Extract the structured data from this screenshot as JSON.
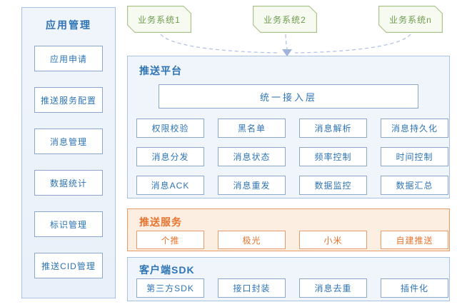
{
  "colors": {
    "blue_text": "#2e74b5",
    "blue_border": "#8ba7cc",
    "panel_fill": "#f0f5fb",
    "panel_border": "#a8c3e2",
    "green_text": "#6d9c4e",
    "green_border": "#a9c58c",
    "green_fill": "#f7faf1",
    "connector": "#b3c2e6",
    "orange_text": "#e8732c",
    "orange_border": "#e79b68",
    "orange_fill": "#fdeee2"
  },
  "sidebar": {
    "title": "应用管理",
    "items": [
      {
        "label": "应用申请"
      },
      {
        "label": "推送服务配置"
      },
      {
        "label": "消息管理"
      },
      {
        "label": "数据统计"
      },
      {
        "label": "标识管理"
      },
      {
        "label": "推送CID管理"
      }
    ]
  },
  "business_systems": [
    {
      "label": "业务系统1"
    },
    {
      "label": "业务系统2"
    },
    {
      "label": "业务系统n"
    }
  ],
  "push_platform": {
    "title": "推送平台",
    "access_layer": "统一接入层",
    "modules": [
      [
        "权限校验",
        "黑名单",
        "消息解析",
        "消息持久化"
      ],
      [
        "消息分发",
        "消息状态",
        "频率控制",
        "时间控制"
      ],
      [
        "消息ACK",
        "消息重发",
        "数据监控",
        "数据汇总"
      ]
    ]
  },
  "push_service": {
    "title": "推送服务",
    "providers": [
      {
        "label": "个推"
      },
      {
        "label": "极光"
      },
      {
        "label": "小米"
      },
      {
        "label": "自建推送"
      }
    ]
  },
  "client_sdk": {
    "title": "客户端SDK",
    "modules": [
      {
        "label": "第三方SDK"
      },
      {
        "label": "接口封装"
      },
      {
        "label": "消息去重"
      },
      {
        "label": "插件化"
      }
    ]
  }
}
